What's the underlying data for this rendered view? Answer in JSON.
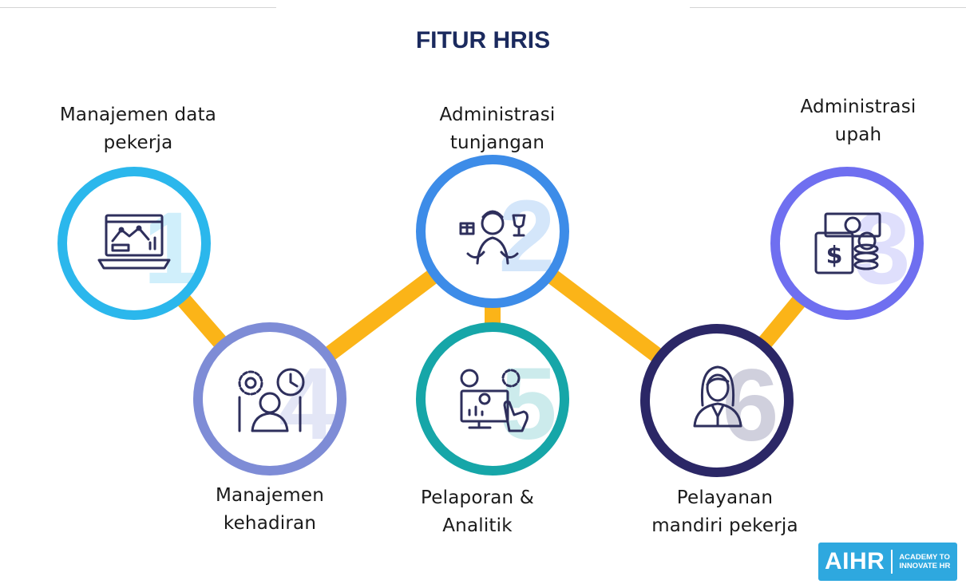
{
  "title": "FITUR HRIS",
  "features": [
    {
      "number": "1",
      "label_lines": [
        "Manajemen data",
        "pekerja"
      ],
      "icon": "laptop-chart-icon",
      "ring_color": "#2bb7ec"
    },
    {
      "number": "2",
      "label_lines": [
        "Administrasi",
        "tunjangan"
      ],
      "icon": "benefits-person-icon",
      "ring_color": "#3d8ce8"
    },
    {
      "number": "3",
      "label_lines": [
        "Administrasi",
        "upah"
      ],
      "icon": "money-coins-icon",
      "ring_color": "#6f6ff0"
    },
    {
      "number": "4",
      "label_lines": [
        "Manajemen",
        "kehadiran"
      ],
      "icon": "gears-clock-person-icon",
      "ring_color": "#7e8cd6"
    },
    {
      "number": "5",
      "label_lines": [
        "Pelaporan &",
        "Analitik"
      ],
      "icon": "monitor-analytics-icon",
      "ring_color": "#16a6a8"
    },
    {
      "number": "6",
      "label_lines": [
        "Pelayanan",
        "mandiri pekerja"
      ],
      "icon": "woman-employee-icon",
      "ring_color": "#2b2766"
    }
  ],
  "connector_color": "#fbb418",
  "logo": {
    "brand": "AIHR",
    "tagline_lines": [
      "ACADEMY TO",
      "INNOVATE HR"
    ],
    "color": "#2ea8df"
  }
}
